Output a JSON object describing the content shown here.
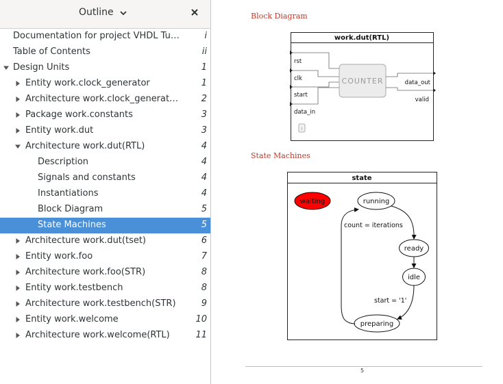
{
  "outline": {
    "title": "Outline",
    "items": [
      {
        "label": "Documentation for project VHDL Tutor…",
        "page": "i",
        "level": 0,
        "toggle": "none",
        "selected": false
      },
      {
        "label": "Table of Contents",
        "page": "ii",
        "level": 0,
        "toggle": "none",
        "selected": false
      },
      {
        "label": "Design Units",
        "page": "1",
        "level": 0,
        "toggle": "open",
        "selected": false
      },
      {
        "label": "Entity work.clock_generator",
        "page": "1",
        "level": 1,
        "toggle": "closed",
        "selected": false
      },
      {
        "label": "Architecture work.clock_generator(…",
        "page": "2",
        "level": 1,
        "toggle": "closed",
        "selected": false
      },
      {
        "label": "Package work.constants",
        "page": "3",
        "level": 1,
        "toggle": "closed",
        "selected": false
      },
      {
        "label": "Entity work.dut",
        "page": "3",
        "level": 1,
        "toggle": "closed",
        "selected": false
      },
      {
        "label": "Architecture work.dut(RTL)",
        "page": "4",
        "level": 1,
        "toggle": "open",
        "selected": false
      },
      {
        "label": "Description",
        "page": "4",
        "level": 2,
        "toggle": "none",
        "selected": false
      },
      {
        "label": "Signals and constants",
        "page": "4",
        "level": 2,
        "toggle": "none",
        "selected": false
      },
      {
        "label": "Instantiations",
        "page": "4",
        "level": 2,
        "toggle": "none",
        "selected": false
      },
      {
        "label": "Block Diagram",
        "page": "5",
        "level": 2,
        "toggle": "none",
        "selected": false
      },
      {
        "label": "State Machines",
        "page": "5",
        "level": 2,
        "toggle": "none",
        "selected": true
      },
      {
        "label": "Architecture work.dut(tset)",
        "page": "6",
        "level": 1,
        "toggle": "closed",
        "selected": false
      },
      {
        "label": "Entity work.foo",
        "page": "7",
        "level": 1,
        "toggle": "closed",
        "selected": false
      },
      {
        "label": "Architecture work.foo(STR)",
        "page": "8",
        "level": 1,
        "toggle": "closed",
        "selected": false
      },
      {
        "label": "Entity work.testbench",
        "page": "8",
        "level": 1,
        "toggle": "closed",
        "selected": false
      },
      {
        "label": "Architecture work.testbench(STR)",
        "page": "9",
        "level": 1,
        "toggle": "closed",
        "selected": false
      },
      {
        "label": "Entity work.welcome",
        "page": "10",
        "level": 1,
        "toggle": "closed",
        "selected": false
      },
      {
        "label": "Architecture work.welcome(RTL)",
        "page": "11",
        "level": 1,
        "toggle": "closed",
        "selected": false
      }
    ]
  },
  "document": {
    "block_title": "Block Diagram",
    "block": {
      "title": "work.dut(RTL)",
      "inputs": [
        "rst",
        "clk",
        "start",
        "data_in"
      ],
      "component": "COUNTER",
      "outputs": [
        "data_out",
        "valid"
      ]
    },
    "sm_title": "State Machines",
    "sm": {
      "title": "state",
      "states": {
        "waiting": "waiting",
        "running": "running",
        "ready": "ready",
        "idle": "idle",
        "preparing": "preparing"
      },
      "transitions": {
        "count": "count = iterations",
        "start": "start = '1'"
      }
    },
    "page_number": "5"
  },
  "colors": {
    "selected": "#4a90d9",
    "accent_red": "#c0392b",
    "state_highlight": "#ff0000"
  }
}
